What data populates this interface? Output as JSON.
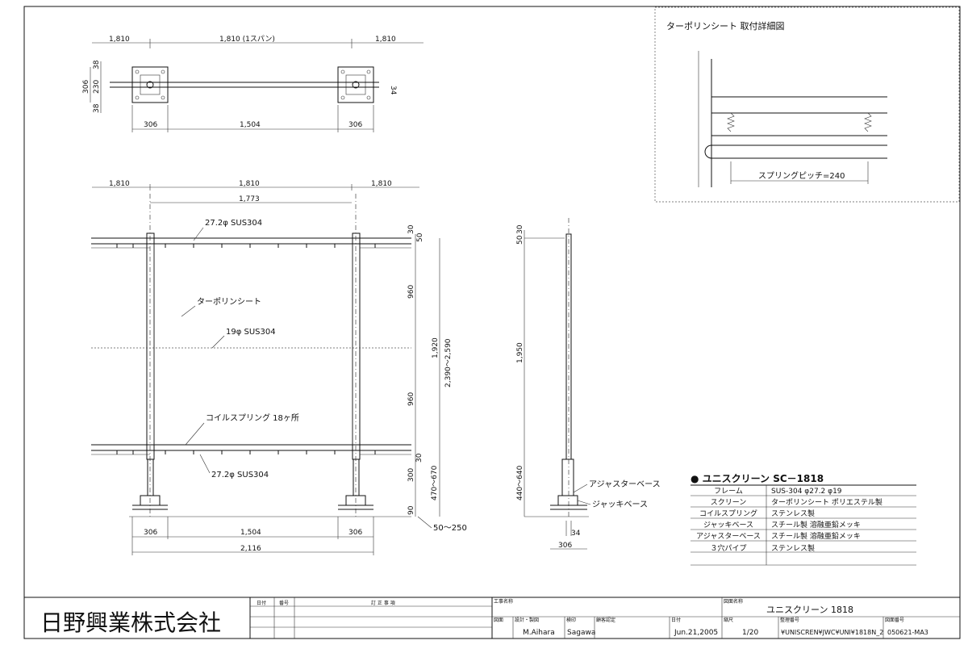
{
  "top_view": {
    "dim_left": "1,810",
    "dim_mid": "1,810 (1スパン)",
    "dim_right": "1,810",
    "dim_306_total": "306",
    "dim_230": "230",
    "dim_38a": "38",
    "dim_38b": "38",
    "dim_34": "34",
    "bottom_left": "306",
    "bottom_mid": "1,504",
    "bottom_right": "306"
  },
  "front_view": {
    "dim_left": "1,810",
    "dim_mid": "1,810",
    "dim_right": "1,810",
    "dim_1773": "1,773",
    "pipe_top": "27.2φ SUS304",
    "sheet_label": "ターポリンシート",
    "mid_pipe": "19φ SUS304",
    "spring_label": "コイルスプリング 18ヶ所",
    "pipe_bottom": "27.2φ SUS304",
    "r_30a": "30",
    "r_50": "50",
    "r_960a": "960",
    "r_960b": "960",
    "r_1920": "1,920",
    "r_2390": "2,390～2,590",
    "r_30b": "30",
    "r_300": "300",
    "r_470": "470～670",
    "r_90": "90",
    "r_50_250": "50～250",
    "b_306a": "306",
    "b_1504": "1,504",
    "b_306b": "306",
    "b_2116": "2,116"
  },
  "side_view": {
    "l_30": "30",
    "l_50": "50",
    "l_1950": "1,950",
    "l_440": "440～640",
    "adjuster": "アジャスターベース",
    "jack": "ジャッキベース",
    "d_34": "34",
    "d_306": "306"
  },
  "detail": {
    "title": "ターポリンシート 取付詳細図",
    "pitch": "スプリングピッチ=240"
  },
  "spec": {
    "title": "● ユニスクリーン SC－1818",
    "rows": [
      {
        "k": "フレーム",
        "v": "SUS-304 φ27.2 φ19"
      },
      {
        "k": "スクリーン",
        "v": "ターポリンシート ポリエステル製"
      },
      {
        "k": "コイルスプリング",
        "v": "ステンレス製"
      },
      {
        "k": "ジャッキベース",
        "v": "スチール製 溶融亜鉛メッキ"
      },
      {
        "k": "アジャスターベース",
        "v": "スチール製 溶融亜鉛メッキ"
      },
      {
        "k": "３穴パイプ",
        "v": "ステンレス製"
      }
    ]
  },
  "title_block": {
    "company": "日野興業株式会社",
    "h_date": "日付",
    "h_no": "番号",
    "h_rev": "訂 正 事 項",
    "h_project": "工事名称",
    "h_drawing_name": "図面名称",
    "drawing_name": "ユニスクリーン 1818",
    "h_drawn": "図面",
    "h_design": "設計・製図",
    "designer": "M.Aihara",
    "h_check": "検印",
    "checker": "Sagawa",
    "h_approve": "顧客認定",
    "h_date2": "日付",
    "date": "Jun.21,2005",
    "h_scale": "縮尺",
    "scale": "1/20",
    "h_file": "整理番号",
    "file": "¥UNISCREN¥JWC¥UNI¥1818N_2",
    "h_no2": "図面番号",
    "number": "050621-MA3"
  }
}
